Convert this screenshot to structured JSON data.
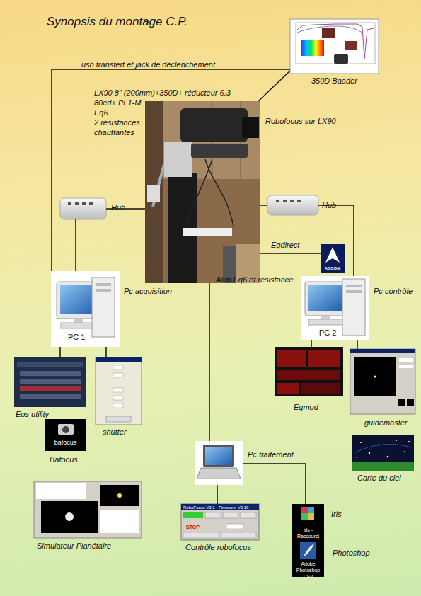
{
  "diagram": {
    "title": "Synopsis du montage C.P.",
    "nodes": [
      {
        "text": [
          "350D Baader"
        ]
      },
      {
        "text": [
          "LX90 8\" (200mm)+350D+ réducteur 6.3",
          "80ed+ PL1-M",
          "Eq6",
          "2 résistances chauffantes"
        ]
      },
      {
        "text": [
          "Hub"
        ]
      },
      {
        "text": [
          "Hub"
        ]
      },
      {
        "text": [
          "ASCOM"
        ]
      },
      {
        "text": [
          "PC 1",
          "Pc acquisition"
        ]
      },
      {
        "text": [
          "PC 2",
          "Pc contrôle"
        ]
      },
      {
        "text": [
          "Eos utility"
        ]
      },
      {
        "text": [
          "shutter"
        ]
      },
      {
        "text": [
          "bafocus",
          "Bafocus"
        ]
      },
      {
        "text": [
          "Eqmod"
        ]
      },
      {
        "text": [
          "guidemaster"
        ]
      },
      {
        "text": [
          "Carte du ciel"
        ]
      },
      {
        "text": [
          "Pc traitement"
        ]
      },
      {
        "text": [
          "Simulateur Planétaire"
        ]
      },
      {
        "text": [
          "Contrôle robofocus"
        ]
      },
      {
        "text": [
          "iris - Raccourci",
          "Iris"
        ]
      },
      {
        "text": [
          "Adobe Photoshop CS2",
          "Photoshop"
        ]
      }
    ],
    "edges": [
      {
        "from": 5,
        "to": 0,
        "label": "usb transfert et jack de déclenchement",
        "arrow": "none"
      },
      {
        "from": 1,
        "to": 0,
        "arrow": "none"
      },
      {
        "from": 2,
        "to": 1,
        "arrow": "none"
      },
      {
        "from": 2,
        "to": 5,
        "arrow": "none"
      },
      {
        "from": 3,
        "to": 1,
        "arrow": "none"
      },
      {
        "from": 3,
        "to": 6,
        "arrow": "none"
      },
      {
        "from": 1,
        "to": 4,
        "label": "Eqdirect",
        "arrow": "none"
      },
      {
        "from": 1,
        "to": 13,
        "arrow": "none"
      },
      {
        "from": 5,
        "to": 7,
        "arrow": "none"
      },
      {
        "from": 5,
        "to": 8,
        "arrow": "none"
      },
      {
        "from": 6,
        "to": 10,
        "arrow": "none"
      },
      {
        "from": 6,
        "to": 11,
        "arrow": "none"
      },
      {
        "from": 13,
        "to": 15,
        "arrow": "none"
      },
      {
        "from": 13,
        "to": 16,
        "arrow": "none"
      }
    ],
    "labels": [
      "Robofocus sur LX90",
      "Alim Eq6 et résistance",
      "RoboFocus V2.1 - Firmware V2.10",
      "STOP"
    ]
  }
}
